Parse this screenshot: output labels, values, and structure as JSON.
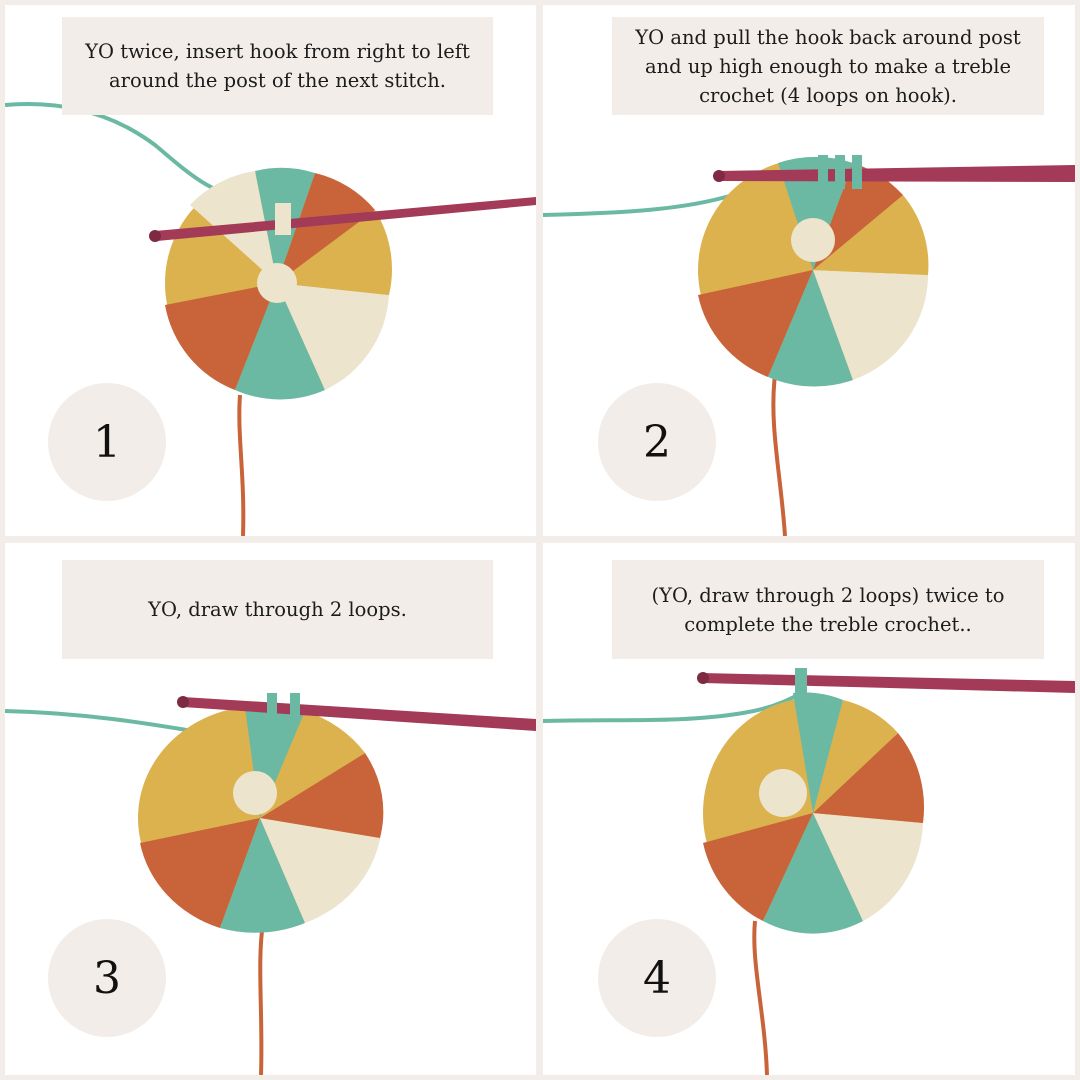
{
  "steps": [
    {
      "number": "1",
      "caption": "YO twice, insert hook from right to left around the post of the next stitch."
    },
    {
      "number": "2",
      "caption": "YO and pull the hook back around post and up  high enough to make a treble crochet (4 loops on hook)."
    },
    {
      "number": "3",
      "caption": "YO, draw through 2 loops."
    },
    {
      "number": "4",
      "caption": "(YO, draw through 2 loops) twice to complete the treble crochet.."
    }
  ],
  "colors": {
    "background": "#f2ede8",
    "panel": "#ffffff",
    "yarn_teal": "#6cb9a3",
    "yarn_rust": "#c9643a",
    "yarn_mustard": "#dcb24e",
    "yarn_cream": "#ece4cc",
    "hook": "#a33a57"
  },
  "icons": [
    "crochet-hook",
    "yarn-swatch"
  ]
}
